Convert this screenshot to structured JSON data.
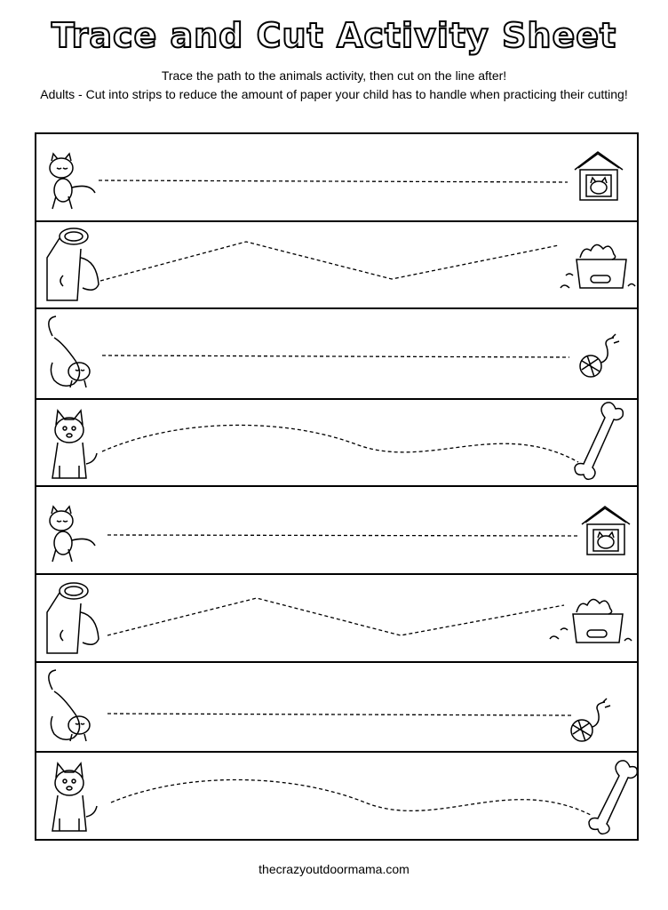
{
  "page": {
    "title": "Trace and Cut Activity Sheet",
    "instruction_line_1": "Trace the path to the animals activity, then cut on the line after!",
    "instruction_line_2": "Adults - Cut into strips to reduce the amount of paper your child has to handle when practicing their cutting!",
    "footer": "thecrazyoutdoormama.com"
  },
  "strips": [
    {
      "start": "cat-standing-icon",
      "end": "cat-house-icon",
      "path": "straight"
    },
    {
      "start": "cat-on-log-icon",
      "end": "food-bowl-icon",
      "path": "zigzag"
    },
    {
      "start": "cat-upside-down-icon",
      "end": "yarn-ball-icon",
      "path": "straight"
    },
    {
      "start": "dog-sitting-icon",
      "end": "bone-icon",
      "path": "wave"
    },
    {
      "start": "cat-standing-icon",
      "end": "cat-house-icon",
      "path": "straight"
    },
    {
      "start": "cat-on-log-icon",
      "end": "food-bowl-icon",
      "path": "zigzag"
    },
    {
      "start": "cat-upside-down-icon",
      "end": "yarn-ball-icon",
      "path": "straight"
    },
    {
      "start": "dog-sitting-icon",
      "end": "bone-icon",
      "path": "wave"
    }
  ]
}
